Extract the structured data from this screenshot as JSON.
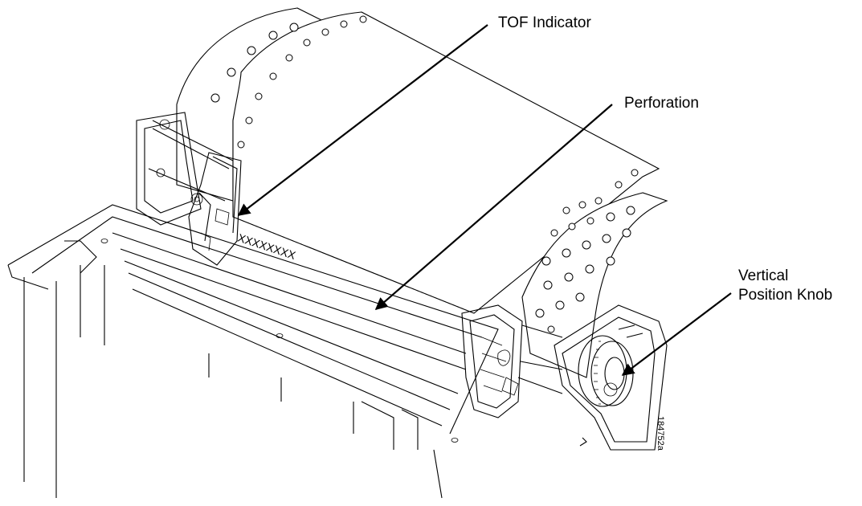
{
  "callouts": {
    "tof_indicator": "TOF Indicator",
    "perforation": "Perforation",
    "vertical_position_knob_line1": "Vertical",
    "vertical_position_knob_line2": "Position Knob"
  },
  "figure_id": "184752a"
}
